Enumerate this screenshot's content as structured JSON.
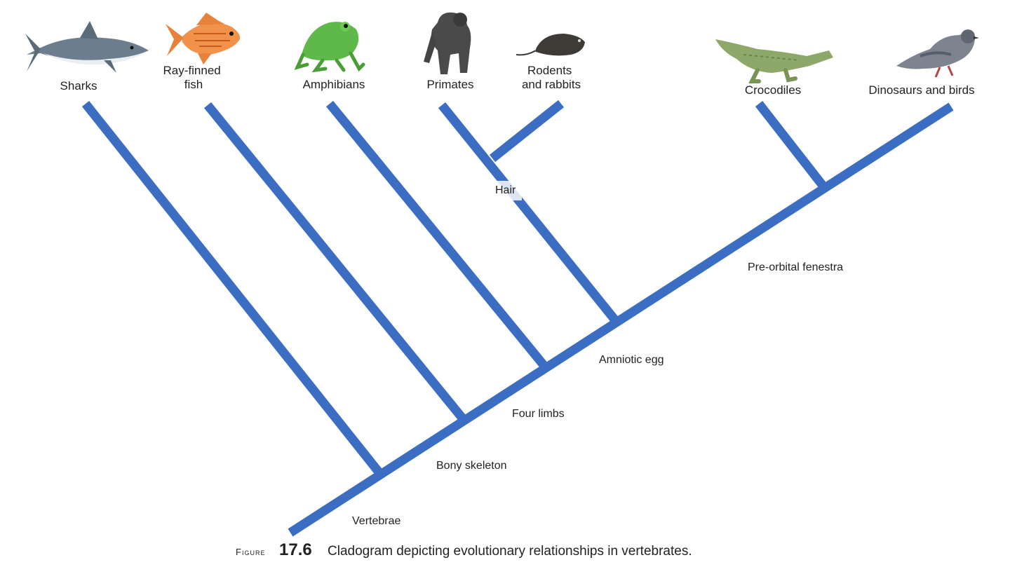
{
  "colors": {
    "branch": "#3b6ec2",
    "figure_number": "#e57a2a",
    "text": "#222222"
  },
  "taxa": [
    {
      "id": "sharks",
      "lines": [
        "Sharks"
      ],
      "icon": "shark-icon"
    },
    {
      "id": "ray-finned-fish",
      "lines": [
        "Ray-finned",
        "fish"
      ],
      "icon": "fish-icon"
    },
    {
      "id": "amphibians",
      "lines": [
        "Amphibians"
      ],
      "icon": "frog-icon"
    },
    {
      "id": "primates",
      "lines": [
        "Primates"
      ],
      "icon": "gorilla-icon"
    },
    {
      "id": "rodents-rabbits",
      "lines": [
        "Rodents",
        "and rabbits"
      ],
      "icon": "mouse-icon"
    },
    {
      "id": "crocodiles",
      "lines": [
        "Crocodiles"
      ],
      "icon": "crocodile-icon"
    },
    {
      "id": "dinosaurs-birds",
      "lines": [
        "Dinosaurs and birds"
      ],
      "icon": "pigeon-icon"
    }
  ],
  "traits": [
    {
      "id": "vertebrae",
      "label": "Vertebrae"
    },
    {
      "id": "bony-skeleton",
      "label": "Bony skeleton"
    },
    {
      "id": "four-limbs",
      "label": "Four limbs"
    },
    {
      "id": "amniotic-egg",
      "label": "Amniotic egg"
    },
    {
      "id": "hair",
      "label": "Hair"
    },
    {
      "id": "pre-orbital-fenestra",
      "label": "Pre-orbital fenestra"
    }
  ],
  "caption": {
    "figure_word": "Figure",
    "figure_number": "17.6",
    "text": "Cladogram depicting evolutionary relationships in vertebrates."
  }
}
